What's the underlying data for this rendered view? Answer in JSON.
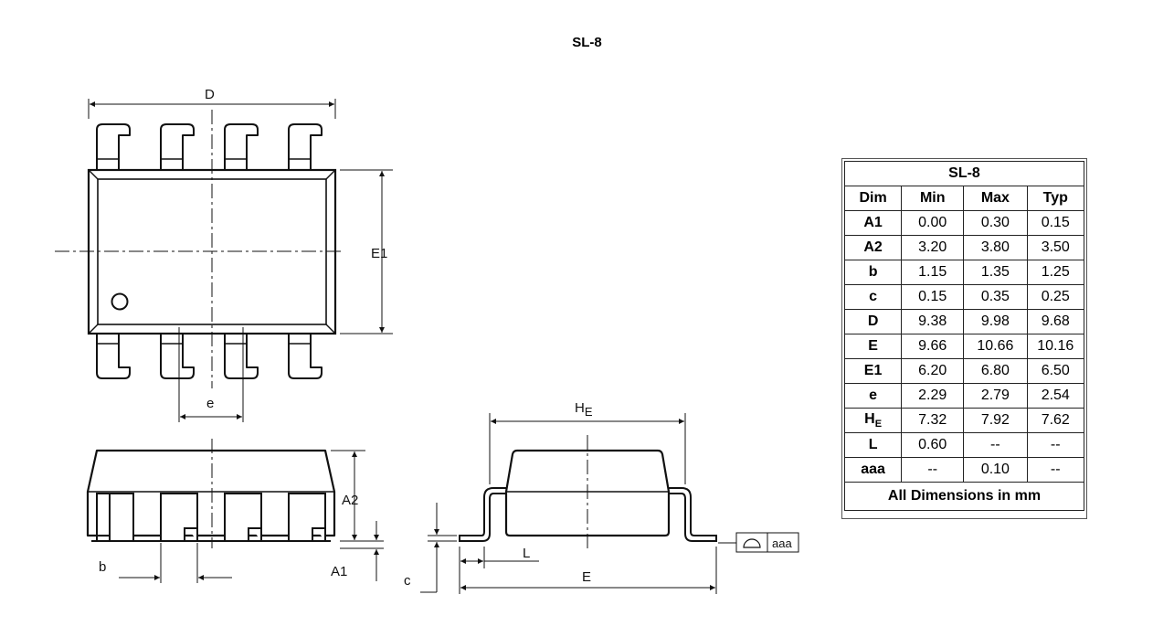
{
  "title": "SL-8",
  "labels": {
    "D": "D",
    "E1": "E1",
    "e": "e",
    "A2": "A2",
    "A1": "A1",
    "b": "b",
    "H": "H",
    "H_sub": "E",
    "c": "c",
    "L": "L",
    "E": "E",
    "aaa": "aaa"
  },
  "table": {
    "title": "SL-8",
    "columns": [
      "Dim",
      "Min",
      "Max",
      "Typ"
    ],
    "rows": [
      {
        "dim": "A1",
        "min": "0.00",
        "max": "0.30",
        "typ": "0.15"
      },
      {
        "dim": "A2",
        "min": "3.20",
        "max": "3.80",
        "typ": "3.50"
      },
      {
        "dim": "b",
        "min": "1.15",
        "max": "1.35",
        "typ": "1.25"
      },
      {
        "dim": "c",
        "min": "0.15",
        "max": "0.35",
        "typ": "0.25"
      },
      {
        "dim": "D",
        "min": "9.38",
        "max": "9.98",
        "typ": "9.68"
      },
      {
        "dim": "E",
        "min": "9.66",
        "max": "10.66",
        "typ": "10.16"
      },
      {
        "dim": "E1",
        "min": "6.20",
        "max": "6.80",
        "typ": "6.50"
      },
      {
        "dim": "e",
        "min": "2.29",
        "max": "2.79",
        "typ": "2.54"
      },
      {
        "dim": "HE",
        "dim_main": "H",
        "dim_sub": "E",
        "min": "7.32",
        "max": "7.92",
        "typ": "7.62"
      },
      {
        "dim": "L",
        "min": "0.60",
        "max": "--",
        "typ": "--"
      },
      {
        "dim": "aaa",
        "min": "--",
        "max": "0.10",
        "typ": "--"
      }
    ],
    "footer": "All Dimensions in mm"
  }
}
